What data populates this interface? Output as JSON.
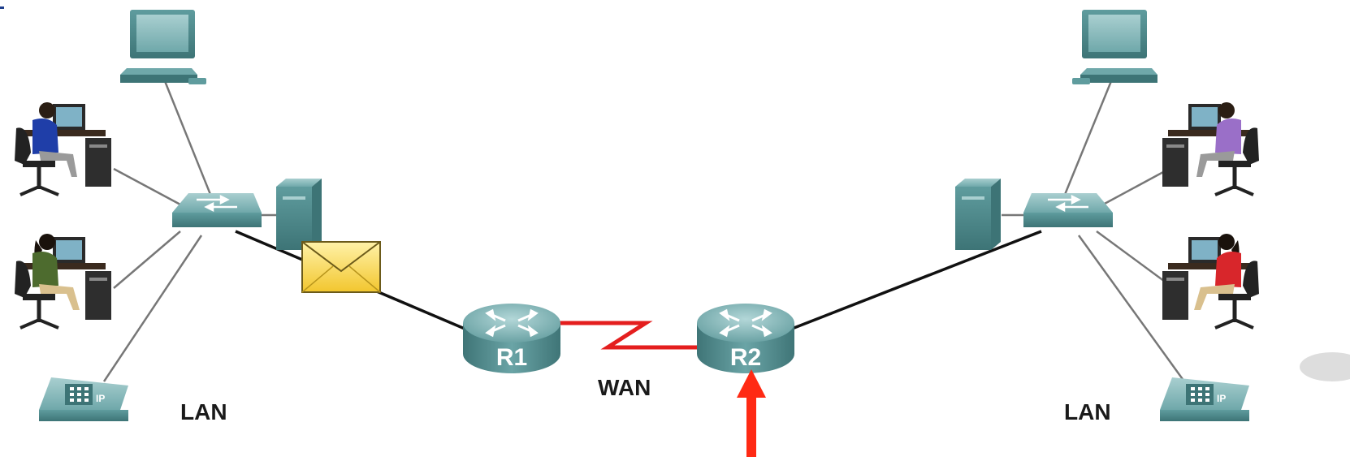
{
  "labels": {
    "lan_left": "LAN",
    "lan_right": "LAN",
    "wan": "WAN",
    "router1": "R1",
    "router2": "R2"
  },
  "icons": {
    "phone_badge": "IP"
  },
  "colors": {
    "wan_link": "#e41e1e",
    "arrow": "#ff2a14",
    "device_teal": "#5e9a9c",
    "envelope": "#f4cf3a"
  }
}
